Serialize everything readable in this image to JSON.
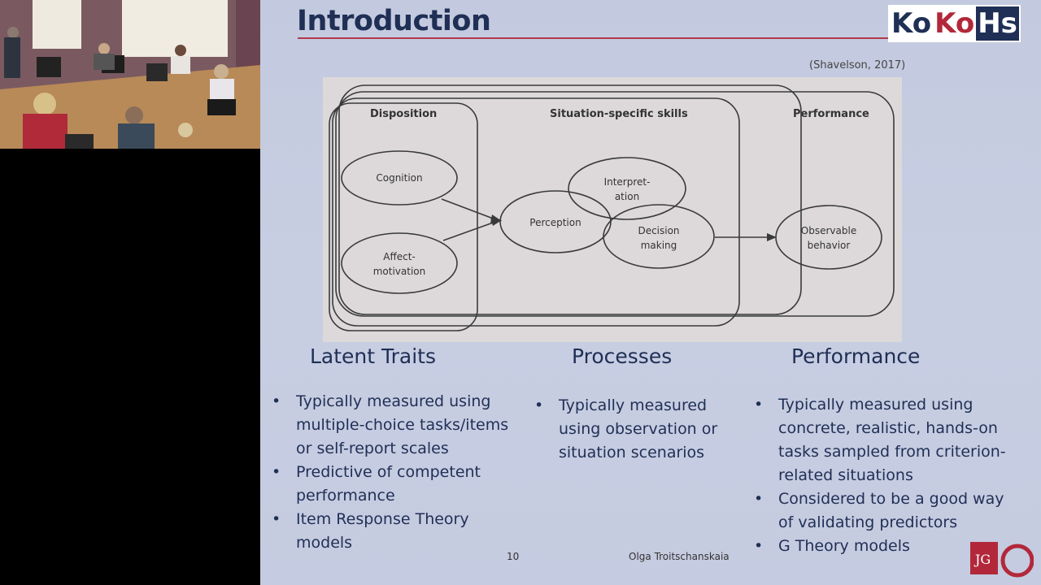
{
  "slide": {
    "title": "Introduction",
    "logo": {
      "part1": "Ko",
      "part2": "Ko",
      "part3": "Hs"
    },
    "citation": "(Shavelson, 2017)",
    "diagram": {
      "headings": {
        "disposition": "Disposition",
        "skills": "Situation-specific skills",
        "performance": "Performance"
      },
      "nodes": {
        "cognition": "Cognition",
        "affect": [
          "Affect-",
          "motivation"
        ],
        "perception": "Perception",
        "interpretation": [
          "Interpret-",
          "ation"
        ],
        "decision": [
          "Decision",
          "making"
        ],
        "behavior": [
          "Observable",
          "behavior"
        ]
      }
    },
    "columns": [
      {
        "heading": "Latent Traits",
        "bullets": [
          "Typically measured using multiple-choice tasks/items or self-report scales",
          "Predictive of competent performance",
          "Item Response Theory models"
        ]
      },
      {
        "heading": "Processes",
        "bullets": [
          "Typically measured using observation or situation scenarios"
        ]
      },
      {
        "heading": "Performance",
        "bullets": [
          "Typically measured using concrete, realistic, hands-on tasks sampled from criterion-related situations",
          "Considered to be a good way of validating predictors",
          "G Theory models"
        ]
      }
    ],
    "footer": {
      "page": "10",
      "author": "Olga Troitschanskaia"
    },
    "colors": {
      "title": "#1f2f55",
      "accent": "#b23a4a",
      "background": "#c5cbe0"
    }
  }
}
